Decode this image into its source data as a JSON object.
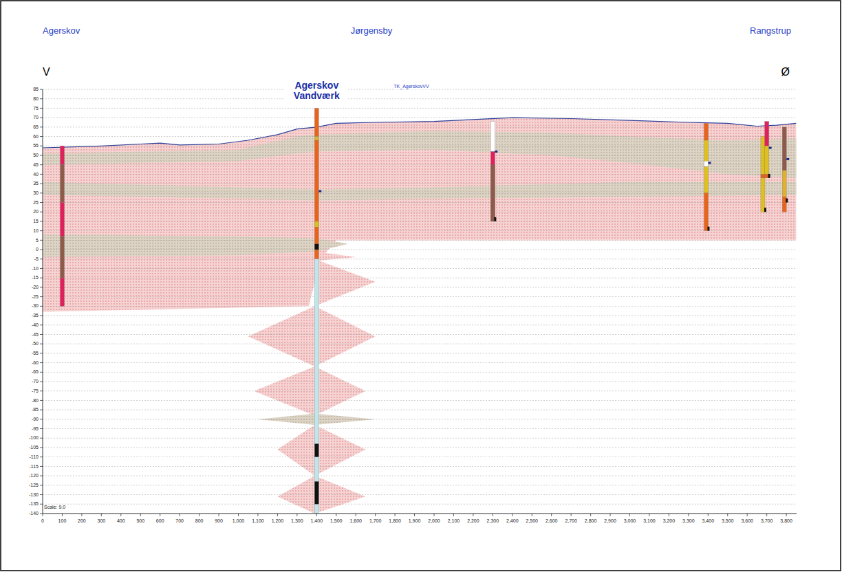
{
  "diagram": {
    "labels": [
      "Agerskov",
      "Jørgensby",
      "Rangstrup",
      "V",
      "Ø",
      "Agerskov Vandværk",
      "TK_AgerskovVV",
      "85",
      "80",
      "75",
      "70",
      "65",
      "60",
      "55",
      "50",
      "45",
      "40",
      "35",
      "30",
      "25",
      "20",
      "15",
      "10",
      "5",
      "0",
      "-5",
      "-10",
      "-15",
      "-20",
      "-25",
      "-30",
      "-35",
      "-40",
      "-45",
      "-50",
      "-55",
      "-60",
      "-65",
      "-70",
      "-75",
      "-80",
      "-85",
      "-90",
      "-95",
      "-100",
      "-105",
      "-110",
      "-115",
      "-120",
      "-125",
      "-130",
      "-135",
      "-140",
      "0",
      "100",
      "200",
      "300",
      "400",
      "500",
      "600",
      "700",
      "800",
      "900",
      "1,000",
      "1,100",
      "1,200",
      "1,300",
      "1,400",
      "1,500",
      "1,600",
      "1,700",
      "1,800",
      "1,900",
      "2,000",
      "2,100",
      "2,200",
      "2,300",
      "2,400",
      "2,500",
      "2,600",
      "2,700",
      "2,800",
      "2,900",
      "3,000",
      "3,100",
      "3,200",
      "3,300",
      "3,400",
      "3,500",
      "3,600",
      "3,700",
      "3,800",
      "Scale: 9.0"
    ]
  }
}
